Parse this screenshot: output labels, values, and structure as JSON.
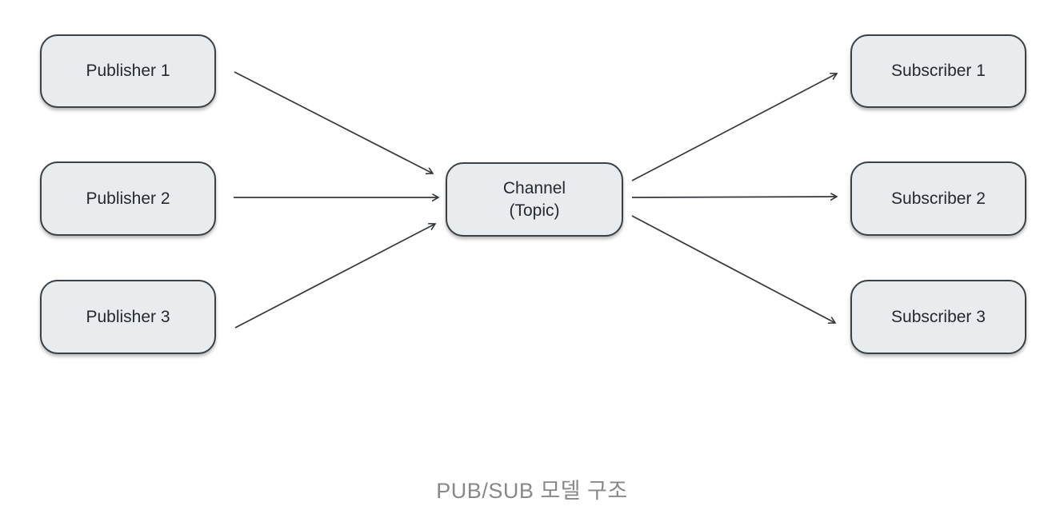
{
  "diagram": {
    "type": "pub-sub-flow",
    "caption": "PUB/SUB 모델 구조",
    "nodes": {
      "publisher1": {
        "label": "Publisher 1"
      },
      "publisher2": {
        "label": "Publisher 2"
      },
      "publisher3": {
        "label": "Publisher 3"
      },
      "channel": {
        "label": "Channel",
        "sublabel": "(Topic)"
      },
      "subscriber1": {
        "label": "Subscriber 1"
      },
      "subscriber2": {
        "label": "Subscriber 2"
      },
      "subscriber3": {
        "label": "Subscriber 3"
      }
    },
    "edges": [
      {
        "from": "publisher1",
        "to": "channel"
      },
      {
        "from": "publisher2",
        "to": "channel"
      },
      {
        "from": "publisher3",
        "to": "channel"
      },
      {
        "from": "channel",
        "to": "subscriber1"
      },
      {
        "from": "channel",
        "to": "subscriber2"
      },
      {
        "from": "channel",
        "to": "subscriber3"
      }
    ],
    "colors": {
      "background": "#ffffff",
      "node_fill": "#e8ecee",
      "node_border": "#3b4045",
      "node_text": "#25292d",
      "arrow": "#34383c",
      "caption_text": "#888888"
    }
  }
}
